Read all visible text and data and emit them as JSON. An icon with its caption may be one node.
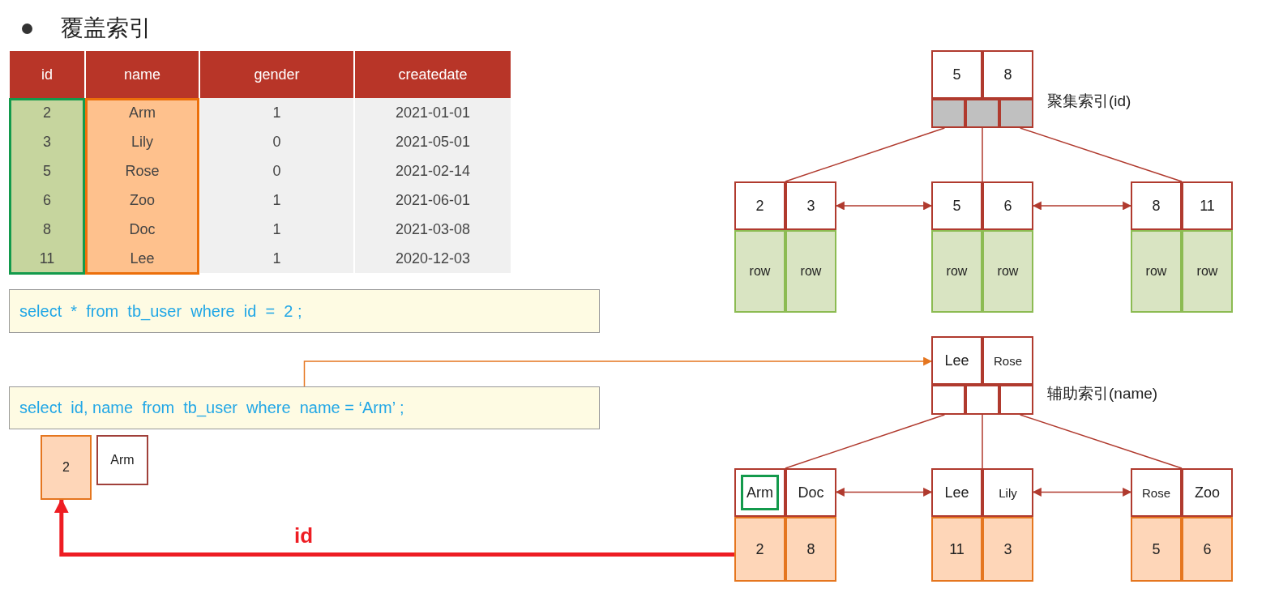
{
  "diagram": {
    "title": "覆盖索引",
    "nodes": [
      {
        "text": [
          "select  *  from  tb_user  where  id  =  2 ;"
        ]
      },
      {
        "text": [
          "select  id, name  from  tb_user  where  name = ‘Arm’ ;"
        ]
      },
      {
        "text": [
          "2"
        ]
      },
      {
        "text": [
          "Arm"
        ]
      },
      {
        "text": [
          "5",
          "8"
        ],
        "beside": [
          "聚集索引(id)"
        ]
      },
      {
        "text": [
          "2",
          "3",
          "row",
          "row"
        ]
      },
      {
        "text": [
          "5",
          "6",
          "row",
          "row"
        ]
      },
      {
        "text": [
          "8",
          "11",
          "row",
          "row"
        ]
      },
      {
        "text": [
          "Lee",
          "Rose"
        ],
        "beside": [
          "辅助索引(name)"
        ]
      },
      {
        "text": [
          "Arm",
          "Doc",
          "2",
          "8"
        ]
      },
      {
        "text": [
          "Lee",
          "Lily",
          "11",
          "3"
        ]
      },
      {
        "text": [
          "Rose",
          "Zoo",
          "5",
          "6"
        ]
      }
    ],
    "edges": [
      {
        "from": 4,
        "to": 5,
        "arrow": "none"
      },
      {
        "from": 4,
        "to": 6,
        "arrow": "none"
      },
      {
        "from": 4,
        "to": 7,
        "arrow": "none"
      },
      {
        "from": 5,
        "to": 6,
        "arrow": "both"
      },
      {
        "from": 6,
        "to": 7,
        "arrow": "both"
      },
      {
        "from": 1,
        "to": 8,
        "arrow": "to",
        "color": "#e5761f"
      },
      {
        "from": 8,
        "to": 9,
        "arrow": "none"
      },
      {
        "from": 8,
        "to": 10,
        "arrow": "none"
      },
      {
        "from": 8,
        "to": 11,
        "arrow": "none"
      },
      {
        "from": 9,
        "to": 10,
        "arrow": "both"
      },
      {
        "from": 10,
        "to": 11,
        "arrow": "both"
      },
      {
        "from": 9,
        "to": 2,
        "arrow": "to",
        "label": "id",
        "style": "thick",
        "color": "#ee1d23"
      }
    ],
    "labels": [
      "id",
      "name",
      "gender",
      "createdate",
      "2",
      "Arm",
      "1",
      "2021-01-01",
      "3",
      "Lily",
      "0",
      "2021-05-01",
      "5",
      "Rose",
      "0",
      "2021-02-14",
      "6",
      "Zoo",
      "1",
      "2021-06-01",
      "8",
      "Doc",
      "1",
      "2021-03-08",
      "11",
      "Lee",
      "1",
      "2020-12-03"
    ]
  }
}
